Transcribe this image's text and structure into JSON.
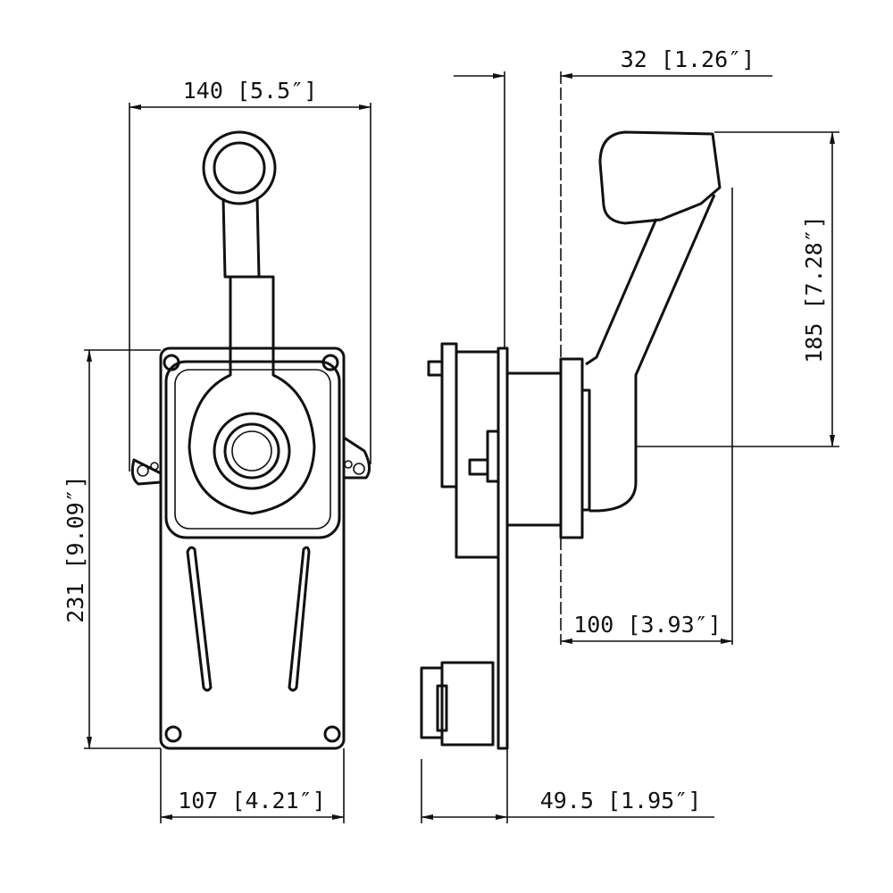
{
  "colors": {
    "line": "#111111",
    "background": "#ffffff"
  },
  "dimensions": {
    "front_width": "140 [5.5″]",
    "front_height": "231 [9.09″]",
    "plate_width": "107 [4.21″]",
    "side_offset": "32 [1.26″]",
    "lever_height": "185 [7.28″]",
    "lever_depth": "100 [3.93″]",
    "rear_depth": "49.5 [1.95″]"
  }
}
